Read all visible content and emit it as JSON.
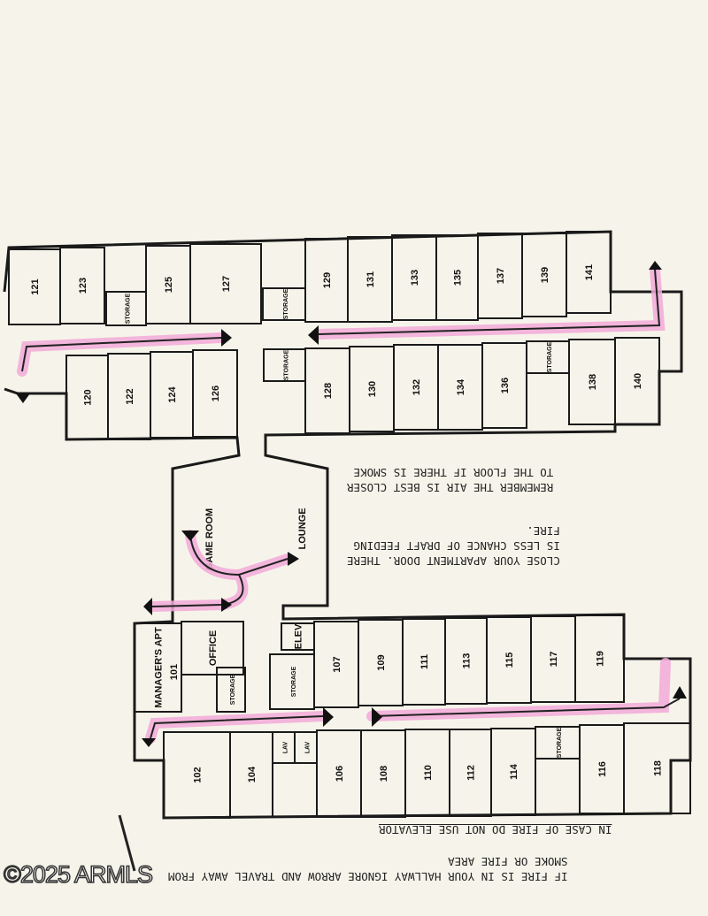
{
  "rooms": {
    "upper_top": [
      "121",
      "123",
      "STORAGE",
      "125",
      "127",
      "STORAGE",
      "129",
      "131",
      "133",
      "135",
      "137",
      "139",
      "141"
    ],
    "upper_bottom": [
      "120",
      "122",
      "124",
      "126",
      "STORAGE",
      "128",
      "130",
      "132",
      "134",
      "136",
      "STORAGE",
      "138",
      "140"
    ],
    "common": [
      "GAME ROOM",
      "LOUNGE"
    ],
    "lower_top": [
      "MANAGER'S APT",
      "101",
      "OFFICE",
      "STORAGE",
      "ELEV",
      "STORAGE",
      "107",
      "109",
      "111",
      "113",
      "115",
      "117",
      "119"
    ],
    "lower_bottom": [
      "102",
      "104",
      "LAV",
      "LAV",
      "106",
      "108",
      "110",
      "112",
      "114",
      "STORAGE",
      "116",
      "118"
    ]
  },
  "notes": {
    "draft": "CLOSE YOUR APARTMENT DOOR. THERE\nIS LESS CHANCE OF DRAFT FEEDING\nFIRE.",
    "air": "REMEMBER THE AIR IS BEST CLOSER\nTO THE FLOOR IF THERE IS SMOKE",
    "elevator": "IN CASE OF FIRE DO NOT USE ELEVATOR",
    "hallway": "IF FIRE IS IN YOUR HALLWAY IGNORE ARROW AND TRAVEL AWAY FROM\nSMOKE OR FIRE AREA"
  },
  "watermark": "©2025 ARMLS",
  "colors": {
    "escape_route": "#f2a9d8",
    "paper": "#f6f4ea"
  }
}
